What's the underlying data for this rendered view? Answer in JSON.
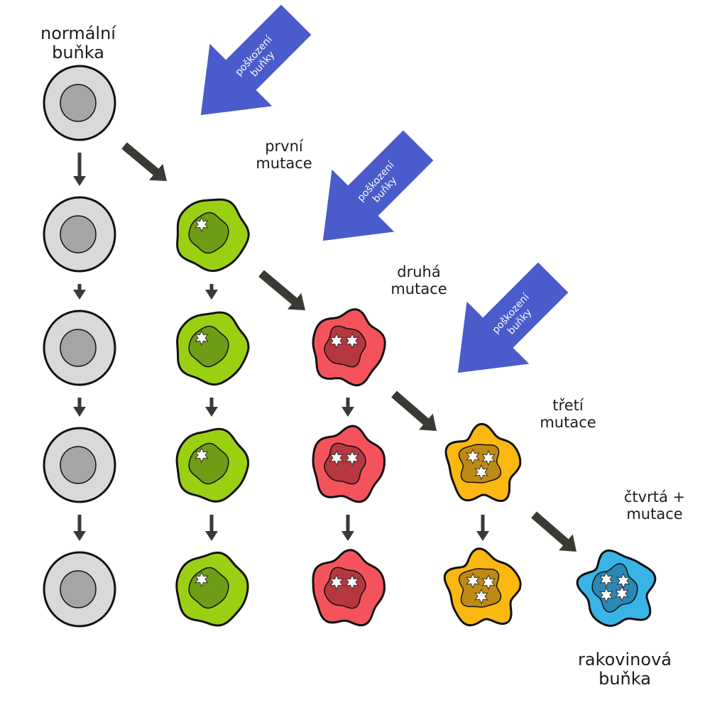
{
  "labels": {
    "normal_cell": [
      "normální",
      "buňka"
    ],
    "first_mutation": [
      "první",
      "mutace"
    ],
    "second_mutation": [
      "druhá",
      "mutace"
    ],
    "third_mutation": [
      "třetí",
      "mutace"
    ],
    "fourth_mutation": [
      "čtvrtá +",
      "mutace"
    ],
    "cancer_cell": [
      "rakovinová",
      "buňka"
    ]
  },
  "damage_arrows": [
    {
      "text": [
        "poškození",
        "buňky"
      ]
    },
    {
      "text": [
        "poškození",
        "buňky"
      ]
    },
    {
      "text": [
        "poškození",
        "buňky"
      ]
    }
  ],
  "stages": [
    {
      "name": "normal",
      "color": "#d9d9d9",
      "nucleus": "#a5a5a7",
      "stars": 0,
      "cells": 5
    },
    {
      "name": "first-mutation",
      "color": "#9bd012",
      "nucleus": "#6e9c14",
      "stars": 1,
      "cells": 4
    },
    {
      "name": "second-mutation",
      "color": "#f4535b",
      "nucleus": "#b6373f",
      "stars": 2,
      "cells": 3
    },
    {
      "name": "third-mutation",
      "color": "#fbb810",
      "nucleus": "#bf8a12",
      "stars": 3,
      "cells": 2
    },
    {
      "name": "cancer",
      "color": "#38b5e6",
      "nucleus": "#2988b5",
      "stars": 4,
      "cells": 1
    }
  ],
  "colors": {
    "arrow": "#3a3a35",
    "damage_arrow": "#4a5bcb",
    "outline": "#111111"
  }
}
